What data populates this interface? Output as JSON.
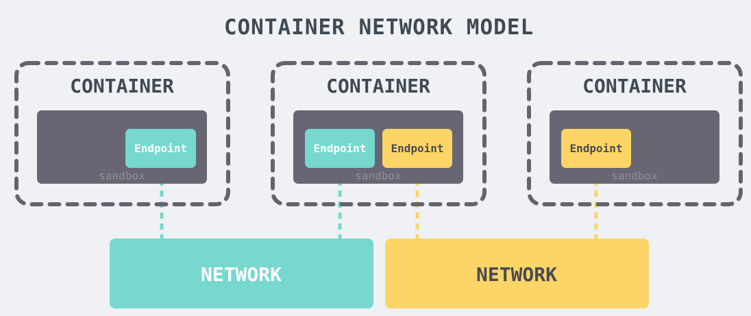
{
  "title": "CONTAINER NETWORK MODEL",
  "colors": {
    "teal": "#76d8cf",
    "yellow": "#fcd566",
    "sandbox": "#676672",
    "text_dark": "#3f4a55",
    "endpoint_text_on_teal": "#ffffff",
    "endpoint_text_on_yellow": "#4b4a52",
    "network_text_on_teal": "#ffffff",
    "network_text_on_yellow": "#4b4a52"
  },
  "containers": [
    {
      "label": "CONTAINER",
      "sandbox_label": "sandbox",
      "endpoints": [
        {
          "label": "Endpoint",
          "network": "teal"
        }
      ]
    },
    {
      "label": "CONTAINER",
      "sandbox_label": "sandbox",
      "endpoints": [
        {
          "label": "Endpoint",
          "network": "teal"
        },
        {
          "label": "Endpoint",
          "network": "yellow"
        }
      ]
    },
    {
      "label": "CONTAINER",
      "sandbox_label": "sandbox",
      "endpoints": [
        {
          "label": "Endpoint",
          "network": "yellow"
        }
      ]
    }
  ],
  "networks": [
    {
      "label": "NETWORK",
      "color": "teal"
    },
    {
      "label": "NETWORK",
      "color": "yellow"
    }
  ]
}
